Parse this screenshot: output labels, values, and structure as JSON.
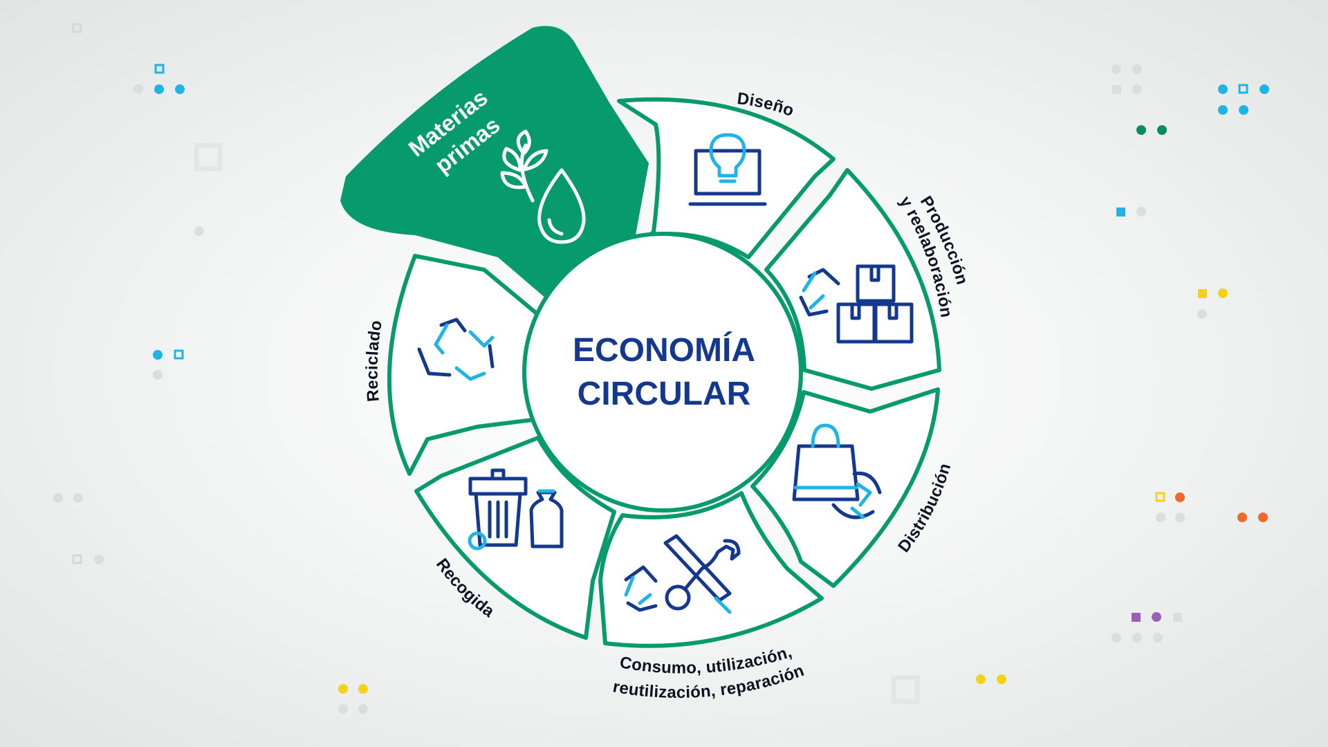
{
  "center": {
    "line1": "ECONOMÍA",
    "line2": "CIRCULAR"
  },
  "stages": {
    "materias_line1": "Materias",
    "materias_line2": "primas",
    "diseno": "Diseño",
    "produccion_line1": "Producción",
    "produccion_line2": "y reelaboración",
    "distribucion": "Distribución",
    "consumo_line1": "Consumo, utilización,",
    "consumo_line2": "reutilización, reparación",
    "recogida": "Recogida",
    "reciclado": "Reciclado"
  },
  "icons": {
    "materias": [
      "leaf-icon",
      "water-drop-icon"
    ],
    "diseno": "lightbulb-laptop-icon",
    "produccion": [
      "recycle-arrows-icon",
      "boxes-icon"
    ],
    "distribucion": [
      "shopping-bag-icon",
      "recycle-arrows-icon"
    ],
    "consumo": [
      "recycle-arrows-icon",
      "tools-icon"
    ],
    "recogida": [
      "trash-bin-icon",
      "garbage-bag-icon"
    ],
    "reciclado": "recycle-icon"
  },
  "colors": {
    "green": "#079a6c",
    "navy": "#13388e",
    "cyan": "#1fb3e6",
    "label": "#0b1320"
  }
}
